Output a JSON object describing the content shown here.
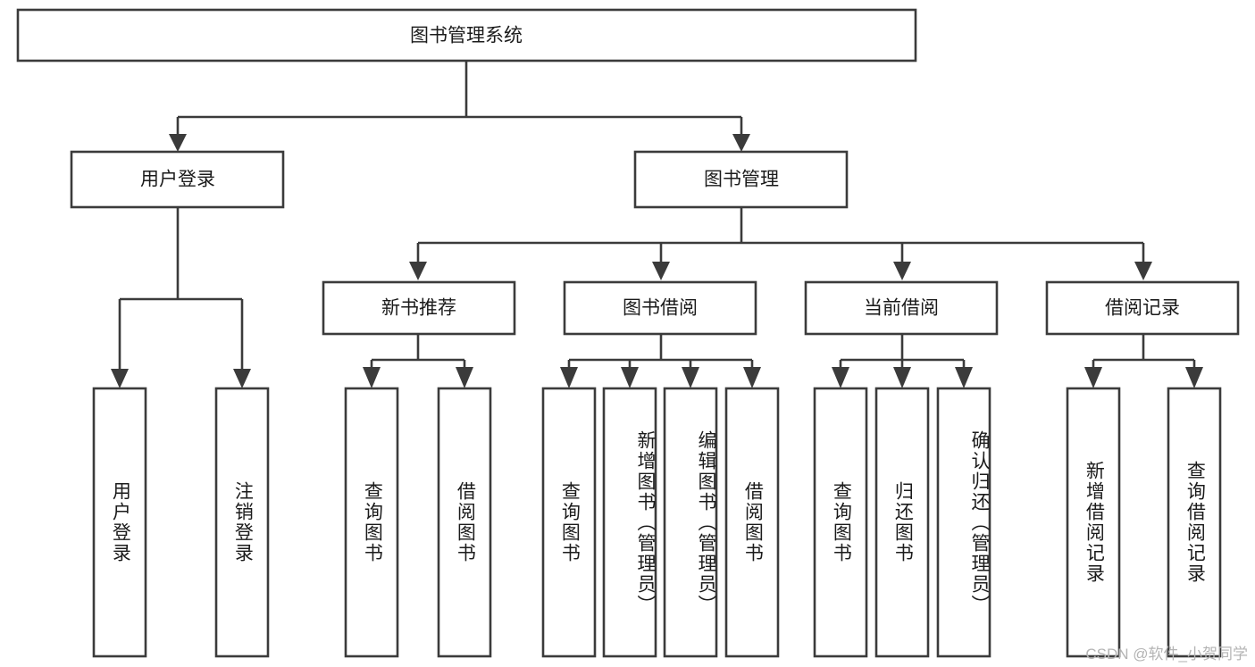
{
  "diagram": {
    "title_node": {
      "label": "图书管理系统"
    },
    "level2": [
      {
        "label": "用户登录"
      },
      {
        "label": "图书管理"
      }
    ],
    "level3": [
      {
        "label": "新书推荐"
      },
      {
        "label": "图书借阅"
      },
      {
        "label": "当前借阅"
      },
      {
        "label": "借阅记录"
      }
    ],
    "leaves": {
      "user_login": [
        {
          "label": "用户登录"
        },
        {
          "label": "注销登录"
        }
      ],
      "new_book_recommend": [
        {
          "label": "查询图书"
        },
        {
          "label": "借阅图书"
        }
      ],
      "book_borrow": [
        {
          "label": "查询图书"
        },
        {
          "label": "新增图书（管理员）"
        },
        {
          "label": "编辑图书（管理员）"
        },
        {
          "label": "借阅图书"
        }
      ],
      "current_borrow": [
        {
          "label": "查询图书"
        },
        {
          "label": "归还图书"
        },
        {
          "label": "确认归还（管理员）"
        }
      ],
      "borrow_record": [
        {
          "label": "新增借阅记录"
        },
        {
          "label": "查询借阅记录"
        }
      ]
    }
  },
  "watermark": {
    "text": "CSDN @软件_小贺同学"
  },
  "colors": {
    "stroke": "#3b3b3b",
    "fill": "#ffffff",
    "text": "#1b1b1b",
    "watermark": "#b4b4b4"
  }
}
